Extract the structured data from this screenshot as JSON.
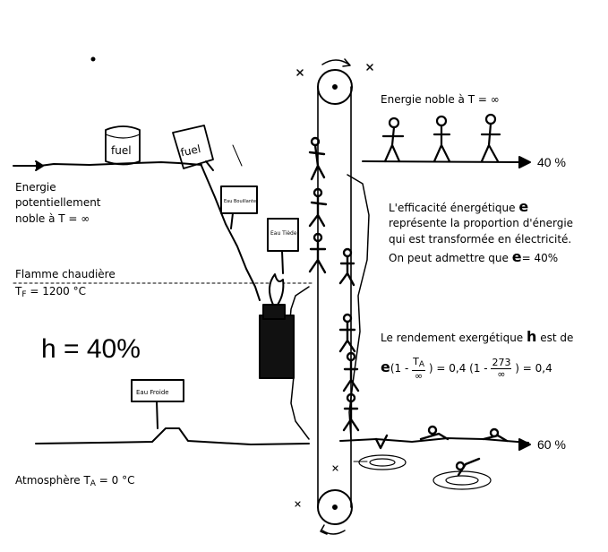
{
  "labels": {
    "energie_noble_infini": "Energie noble à T = ∞",
    "pct_40": "40 %",
    "pct_60": "60 %",
    "energie_potentielle_1": "Energie",
    "energie_potentielle_2": "potentiellement",
    "energie_potentielle_3": "noble à T = ∞",
    "efficacite_1a": "L'efficacité énergétique",
    "efficacite_1b": "e",
    "efficacite_2": "représente la proportion d'énergie",
    "efficacite_3": "qui est transformée en électricité.",
    "efficacite_4a": "On peut admettre que",
    "efficacite_4b": "e",
    "efficacite_4c": "= 40%",
    "flamme_1": "Flamme chaudière",
    "flamme_2a": "T",
    "flamme_2sub": "F",
    "flamme_2b": " = 1200 °C",
    "h_big": "h = 40%",
    "rendement_a": "Le rendement exergétique",
    "rendement_b": "h",
    "rendement_c": "est de",
    "formula_e": "e",
    "formula_open": "(1 -",
    "formula_num1": "T",
    "formula_num1_sub": "A",
    "formula_den1": "∞",
    "formula_mid": ") = 0,4 (1 -",
    "formula_num2": "273",
    "formula_den2": "∞",
    "formula_end": ") = 0,4",
    "atmosphere_a": "Atmosphère T",
    "atmosphere_sub": "A",
    "atmosphere_b": " = 0 °C",
    "fuel_1": "fuel",
    "fuel_2": "fuel",
    "sign_1": "Eau Bouillante",
    "sign_2": "Eau Tiède",
    "sign_3": "Eau Froide"
  }
}
